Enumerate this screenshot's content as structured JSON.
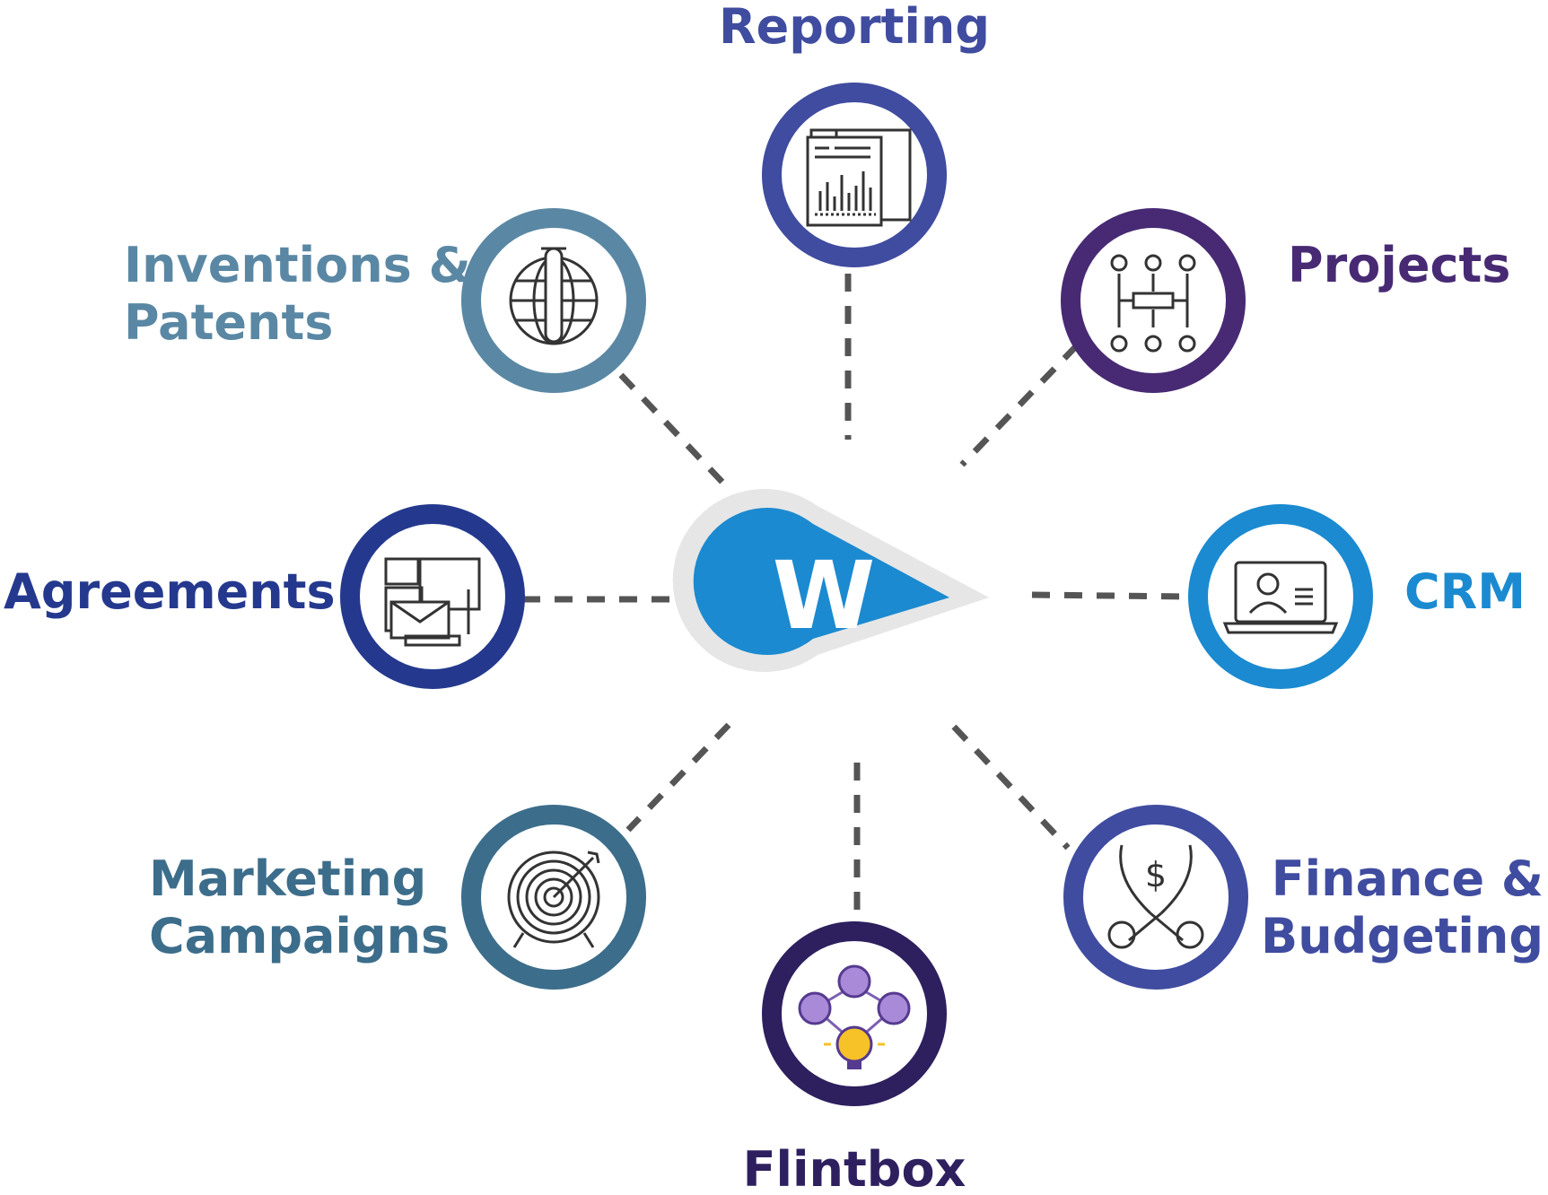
{
  "center": {
    "logo_letter": "W",
    "brand_blue": "#1b8ad0",
    "halo_gray": "#e6e6e6"
  },
  "connector_color": "#555555",
  "nodes": [
    {
      "id": "reporting",
      "lines": [
        "Reporting"
      ],
      "color": "#3f4c9f",
      "icon": "report-icon"
    },
    {
      "id": "projects",
      "lines": [
        "Projects"
      ],
      "color": "#472a73",
      "icon": "workflow-icon"
    },
    {
      "id": "crm",
      "lines": [
        "CRM"
      ],
      "color": "#1b8ad0",
      "icon": "laptop-contact-icon"
    },
    {
      "id": "finance",
      "lines": [
        "Finance &",
        "Budgeting"
      ],
      "color": "#3f4c9f",
      "icon": "scissors-dollar-icon"
    },
    {
      "id": "flintbox",
      "lines": [
        "Flintbox"
      ],
      "color": "#2e1f5e",
      "icon": "lightbulb-network-icon"
    },
    {
      "id": "marketing",
      "lines": [
        "Marketing",
        "Campaigns"
      ],
      "color": "#3c6d8b",
      "icon": "target-icon"
    },
    {
      "id": "agreements",
      "lines": [
        "Agreements"
      ],
      "color": "#24398e",
      "icon": "envelope-docs-icon"
    },
    {
      "id": "inventions",
      "lines": [
        "Inventions &",
        "Patents"
      ],
      "color": "#5a88a4",
      "icon": "globe-testtube-icon"
    }
  ]
}
